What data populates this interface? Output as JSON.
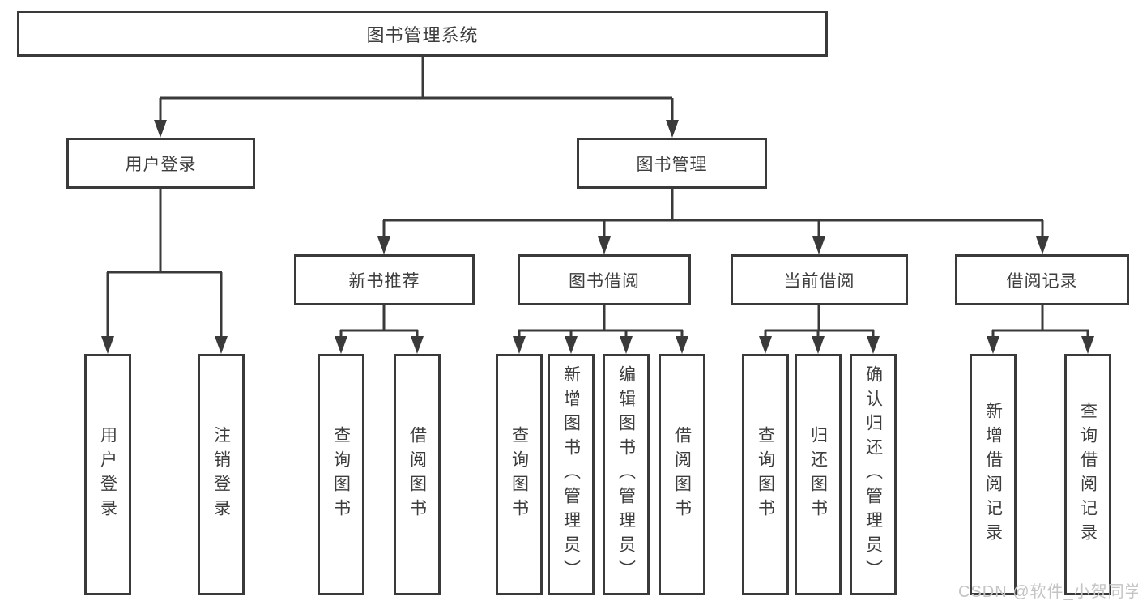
{
  "nodes": {
    "root": "图书管理系统",
    "level1": [
      "用户登录",
      "图书管理"
    ],
    "level2": [
      "新书推荐",
      "图书借阅",
      "当前借阅",
      "借阅记录"
    ],
    "leaves_user_login": [
      "用户登录",
      "注销登录"
    ],
    "leaves_new_book": [
      "查询图书",
      "借阅图书"
    ],
    "leaves_book_borrow": [
      "查询图书",
      "新增图书（管理员）",
      "编辑图书（管理员）",
      "借阅图书"
    ],
    "leaves_current_borrow": [
      "查询图书",
      "归还图书",
      "确认归还（管理员）"
    ],
    "leaves_borrow_record": [
      "新增借阅记录",
      "查询借阅记录"
    ]
  },
  "watermark": "CSDN @软件_小贺同学",
  "colors": {
    "line": "#3a3a3a",
    "text": "#3d3d3d",
    "background": "#ffffff",
    "watermark": "#c4c4c4"
  }
}
